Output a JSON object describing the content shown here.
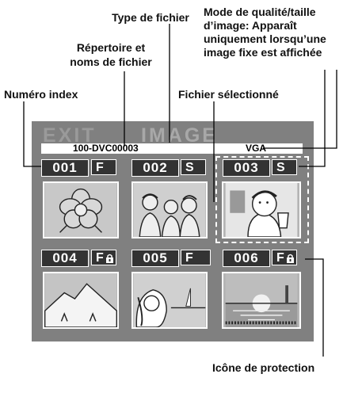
{
  "callouts": {
    "file_type": "Type de fichier",
    "quality_line1": "Mode de qualité/taille",
    "quality_line2": "d’image: Apparaît",
    "quality_line3": "uniquement lorsqu’une",
    "quality_line4": "image fixe est affichée",
    "directory_line1": "Répertoire et",
    "directory_line2": "noms de fichier",
    "index_number": "Numéro index",
    "selected_file": "Fichier sélectionné",
    "protection_icon": "Icône de protection"
  },
  "screen": {
    "exit_label": "EXIT",
    "mode_label": "IMAGE",
    "folder_file": "100-DVC00003",
    "quality": "VGA",
    "thumbnails": [
      {
        "index": "001",
        "type": "F",
        "protected": false,
        "picture": "flower-icon"
      },
      {
        "index": "002",
        "type": "S",
        "protected": false,
        "picture": "family-icon"
      },
      {
        "index": "003",
        "type": "S",
        "protected": false,
        "picture": "girl-drinking-icon",
        "selected": true
      },
      {
        "index": "004",
        "type": "F",
        "protected": true,
        "picture": "mountain-icon"
      },
      {
        "index": "005",
        "type": "F",
        "protected": false,
        "picture": "woman-sea-icon"
      },
      {
        "index": "006",
        "type": "F",
        "protected": true,
        "picture": "sunset-sea-icon"
      }
    ]
  }
}
